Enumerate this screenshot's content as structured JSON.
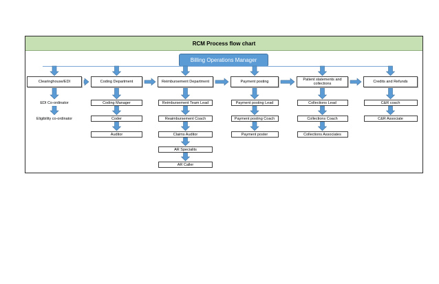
{
  "title": "RCM Process flow chart",
  "manager": "Billing Operations Manager",
  "columns": [
    {
      "department": "Clearinghouse/EDI",
      "roles": [
        "EDI Co-ordinator",
        "Eligibility co-ordinator"
      ]
    },
    {
      "department": "Coding Department",
      "roles": [
        "Coding Manager",
        "Coder",
        "Auditor"
      ]
    },
    {
      "department": "Reimbursement Department",
      "roles": [
        "Reimbursement Team Lead",
        "Reaimbursement Coach",
        "Claims Auditor",
        "AR Specialits",
        "AR Caller"
      ]
    },
    {
      "department": "Payment posting",
      "roles": [
        "Payment posting Lead",
        "Payment posting Coach",
        "Payment poster"
      ]
    },
    {
      "department": "Patient statements and collections",
      "roles": [
        "Collections Lead",
        "Collections Coach",
        "Collections Associates"
      ]
    },
    {
      "department": "Credits and Refunds",
      "roles": [
        "C&R coach",
        "C&R Associate"
      ]
    }
  ],
  "colors": {
    "title_bar": "#c6e0b4",
    "manager_box": "#5b9bd5",
    "arrow_fill": "#5b9bd5",
    "arrow_stroke": "#41719c"
  }
}
